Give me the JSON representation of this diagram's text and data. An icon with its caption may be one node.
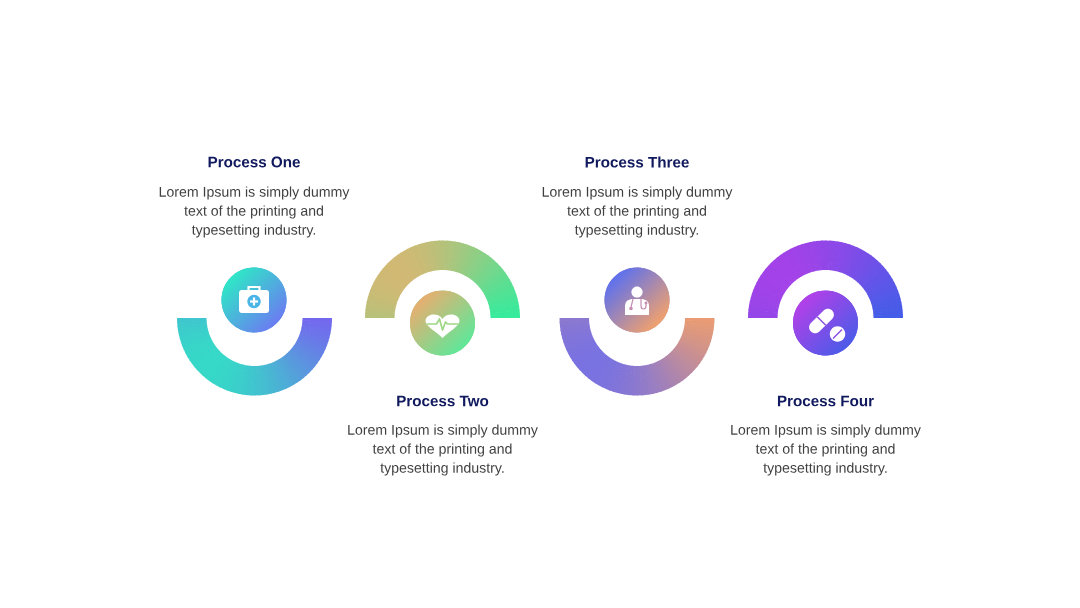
{
  "diagram": {
    "nodes": [
      {
        "text": [],
        "shape": "circle",
        "beside": [
          "Process One",
          "Lorem Ipsum is simply dummy text of the printing and typesetting industry."
        ]
      },
      {
        "text": [],
        "shape": "circle",
        "beside": [
          "Process Two",
          "Lorem Ipsum is simply dummy text of the printing and typesetting industry."
        ]
      },
      {
        "text": [],
        "shape": "circle",
        "beside": [
          "Process Three",
          "Lorem Ipsum is simply dummy text of the printing and typesetting industry."
        ]
      },
      {
        "text": [],
        "shape": "circle",
        "beside": [
          "Process Four",
          "Lorem Ipsum is simply dummy text of the printing and typesetting industry."
        ]
      }
    ]
  }
}
